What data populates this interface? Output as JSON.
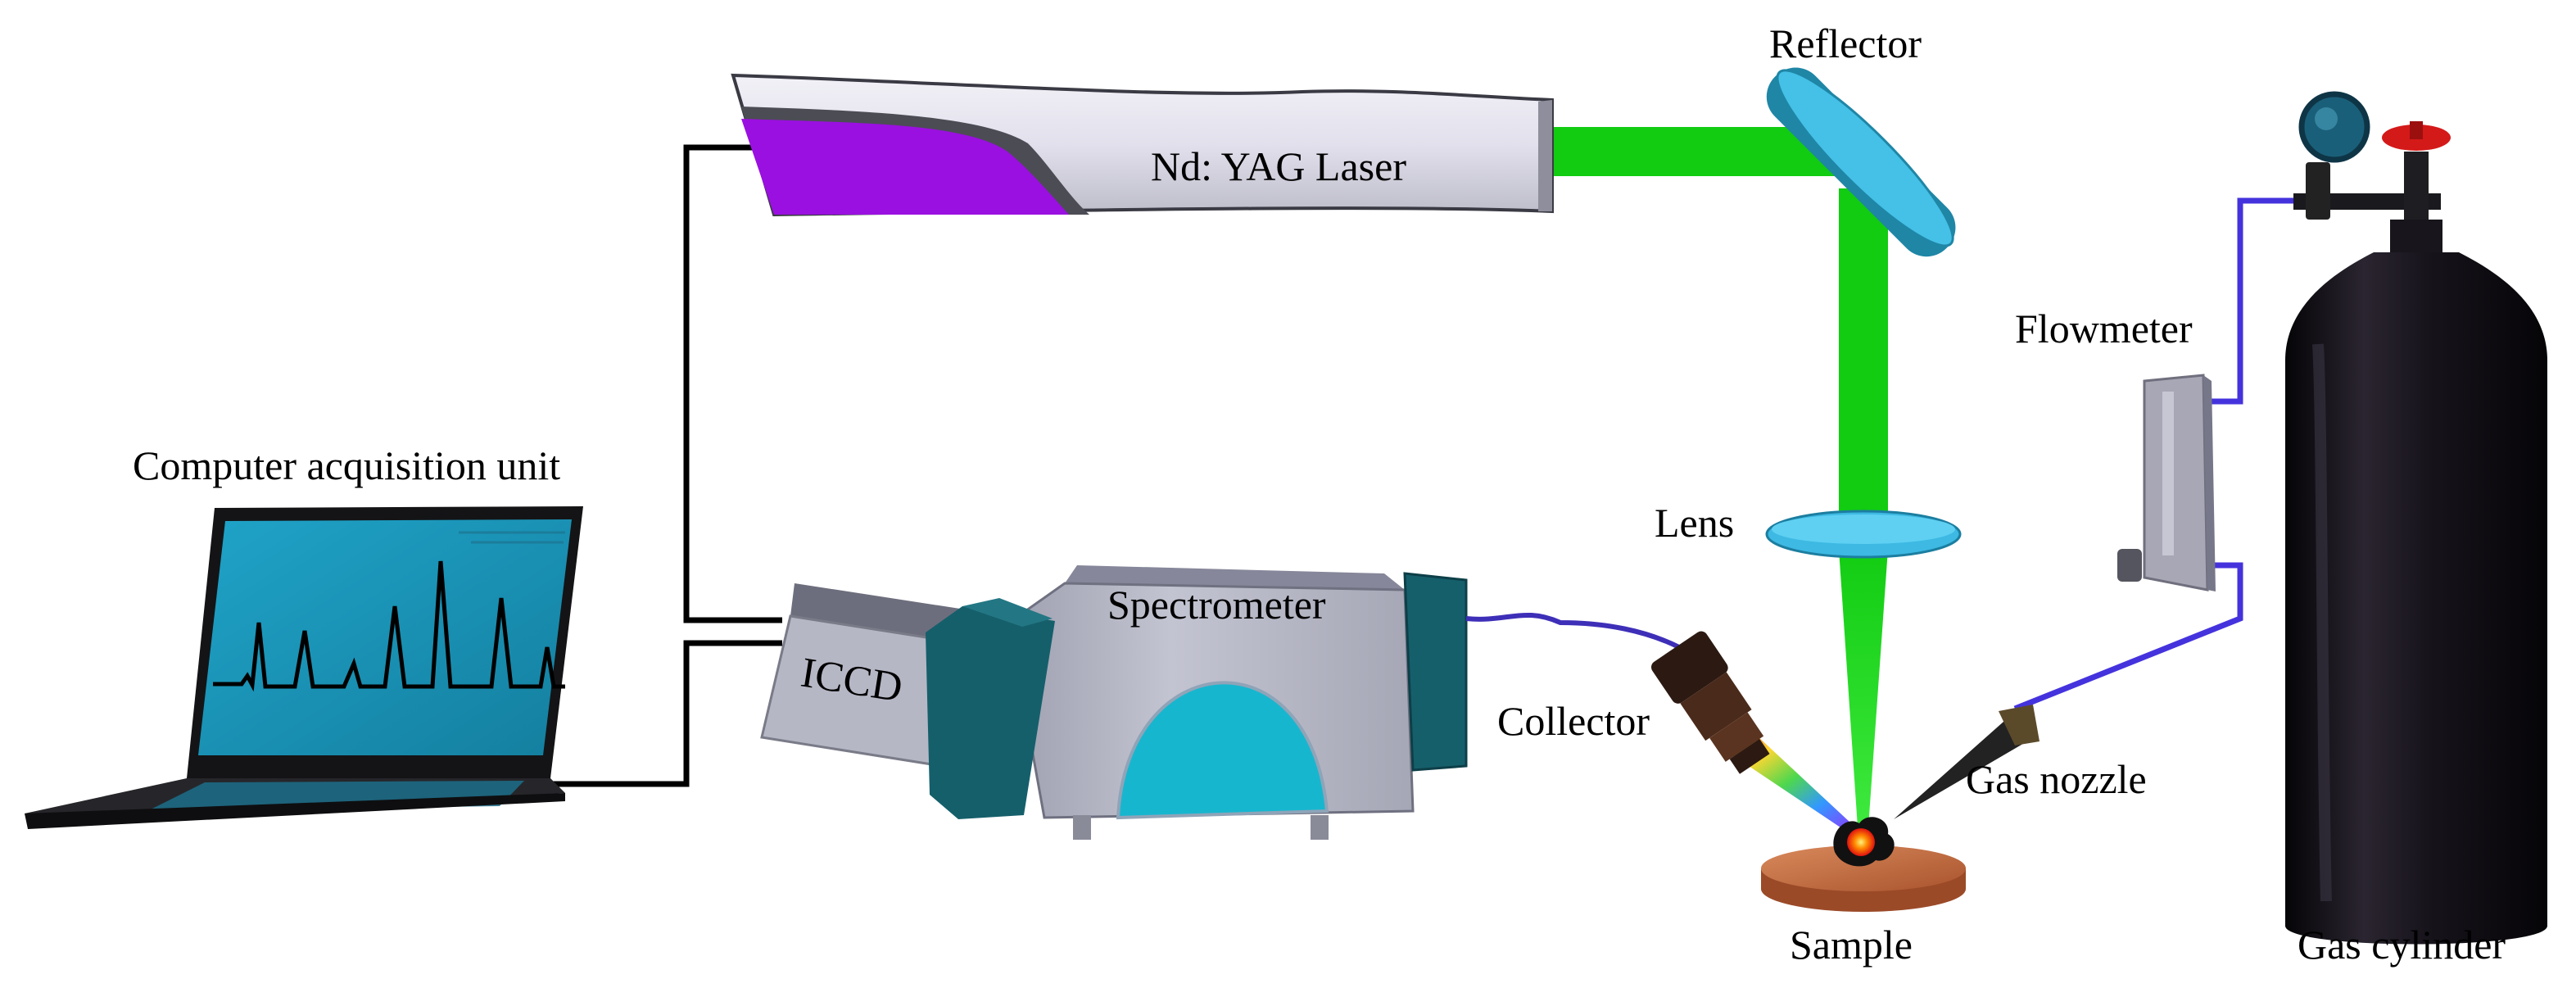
{
  "labels": {
    "reflector": "Reflector",
    "laser": "Nd: YAG Laser",
    "flowmeter": "Flowmeter",
    "computer": "Computer acquisition unit",
    "lens": "Lens",
    "spectrometer": "Spectrometer",
    "iccd": "ICCD",
    "collector": "Collector",
    "gas_nozzle": "Gas nozzle",
    "sample": "Sample",
    "gas_cylinder": "Gas cylinder"
  },
  "colors": {
    "laser_beam": "#11cc11",
    "laser_accent": "#9a10e0",
    "reflector": "#3fb7e0",
    "lens": "#45c3ea",
    "screen": "#1a8fb2",
    "spectrometer_body": "#b9bac8",
    "spectrometer_window": "#17b6cf",
    "detector_teal": "#155f6b",
    "gas_line": "#4433dd",
    "sample": "#b0613a",
    "cylinder": "#15121a",
    "valve_red": "#d41919"
  },
  "icons": [
    "laptop-icon",
    "laser-icon",
    "reflector-icon",
    "lens-icon",
    "spectrometer-icon",
    "collector-icon",
    "gas-nozzle-icon",
    "flowmeter-icon",
    "gas-cylinder-icon",
    "sample-icon",
    "plasma-icon"
  ]
}
